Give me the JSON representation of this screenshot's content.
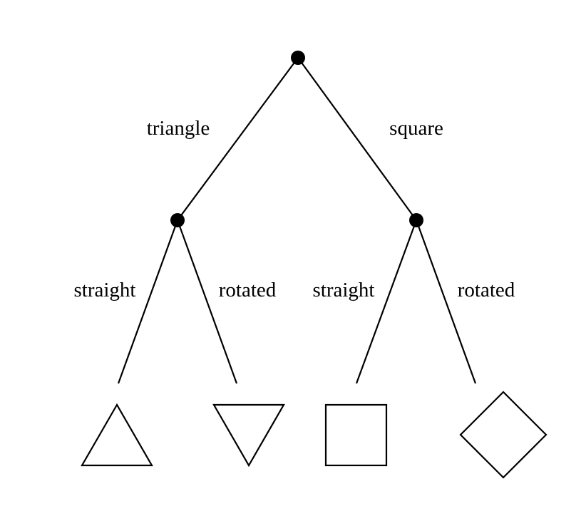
{
  "tree": {
    "root": {
      "left_edge_label": "triangle",
      "right_edge_label": "square"
    },
    "triangle_branch": {
      "left_edge_label": "straight",
      "right_edge_label": "rotated",
      "left_leaf": "triangle-up-shape",
      "right_leaf": "triangle-down-shape"
    },
    "square_branch": {
      "left_edge_label": "straight",
      "right_edge_label": "rotated",
      "left_leaf": "square-shape",
      "right_leaf": "diamond-shape"
    }
  }
}
